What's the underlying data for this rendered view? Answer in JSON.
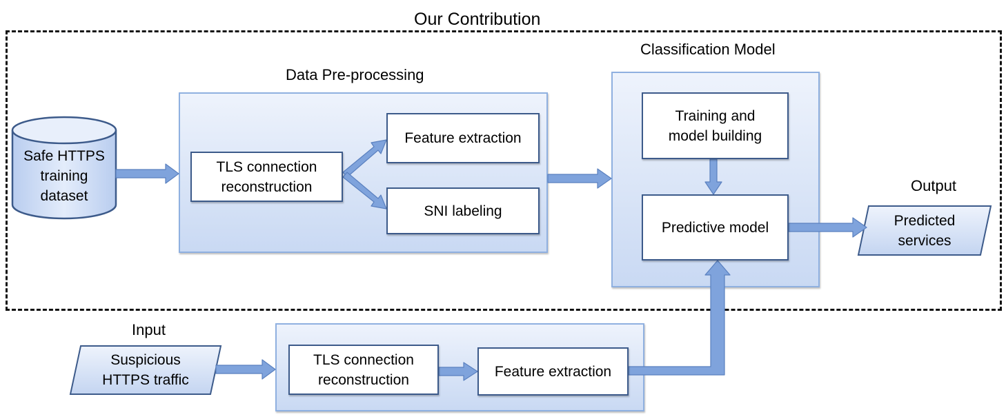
{
  "title": "Our Contribution",
  "labels": {
    "preprocessing": "Data Pre-processing",
    "classification": "Classification Model",
    "output": "Output",
    "input": "Input"
  },
  "nodes": {
    "dataset": "Safe HTTPS\ntraining\ndataset",
    "tls_top": "TLS connection\nreconstruction",
    "feature_top": "Feature extraction",
    "sni": "SNI labeling",
    "training": "Training and\nmodel building",
    "predictive": "Predictive model",
    "predicted": "Predicted\nservices",
    "suspicious": "Suspicious\nHTTPS traffic",
    "tls_bottom": "TLS connection\nreconstruction",
    "feature_bottom": "Feature extraction"
  },
  "colors": {
    "panel_top": "#eef3fc",
    "panel_bottom": "#c9d9f3",
    "panel_border": "#8fb0e0",
    "box_border": "#3c5a8a",
    "arrow": "#7fa3dc",
    "arrow_edge": "#5a80bf"
  }
}
